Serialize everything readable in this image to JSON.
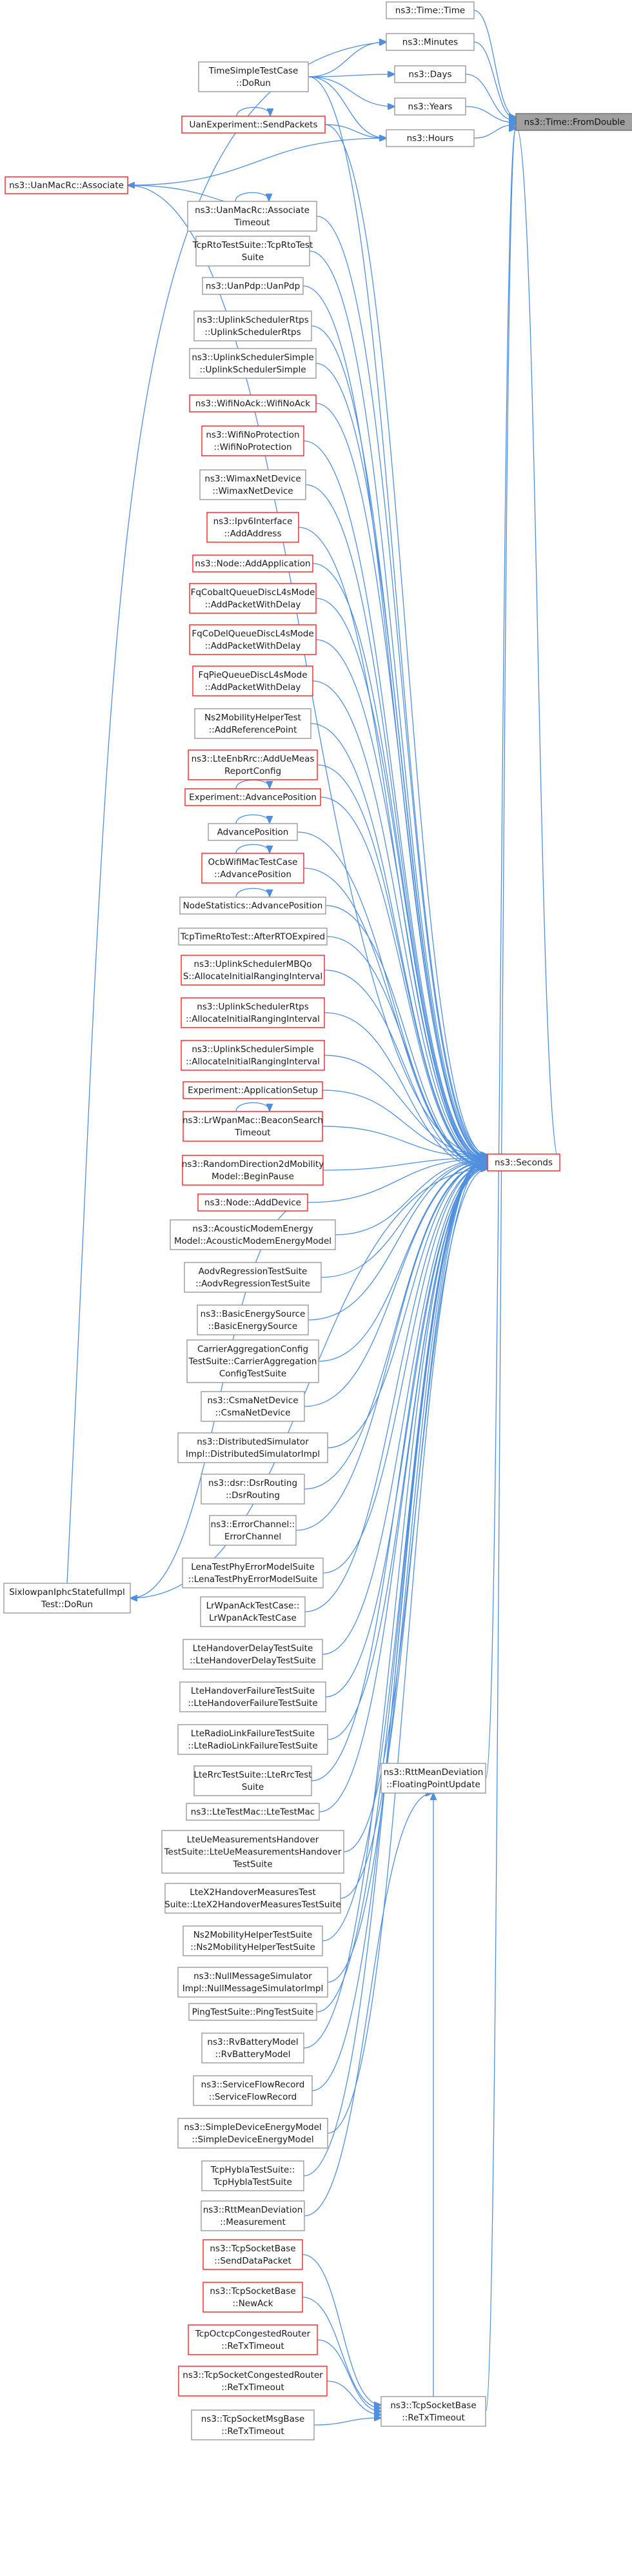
{
  "graph": {
    "colors": {
      "edge": "#4f8fde",
      "normal_border": "#999999",
      "red_border": "#ff2020",
      "root_fill": "#a0a0a0"
    },
    "nodes": [
      {
        "id": "fromdouble",
        "lines": [
          "ns3::Time::FromDouble"
        ],
        "style": "root"
      },
      {
        "id": "time",
        "lines": [
          "ns3::Time::Time"
        ],
        "style": "normal"
      },
      {
        "id": "minutes",
        "lines": [
          "ns3::Minutes"
        ],
        "style": "normal"
      },
      {
        "id": "days",
        "lines": [
          "ns3::Days"
        ],
        "style": "normal"
      },
      {
        "id": "years",
        "lines": [
          "ns3::Years"
        ],
        "style": "normal"
      },
      {
        "id": "hours",
        "lines": [
          "ns3::Hours"
        ],
        "style": "normal"
      },
      {
        "id": "seconds",
        "lines": [
          "ns3::Seconds"
        ],
        "style": "red"
      },
      {
        "id": "rttfp",
        "lines": [
          "ns3::RttMeanDeviation",
          "::FloatingPointUpdate"
        ],
        "style": "normal"
      },
      {
        "id": "tcprtx",
        "lines": [
          "ns3::TcpSocketBase",
          "::ReTxTimeout"
        ],
        "style": "normal"
      },
      {
        "id": "timesimple",
        "lines": [
          "TimeSimpleTestCase",
          "::DoRun"
        ],
        "style": "normal"
      },
      {
        "id": "uanexp",
        "lines": [
          "UanExperiment::SendPackets"
        ],
        "style": "red"
      },
      {
        "id": "uanassocfn",
        "lines": [
          "ns3::UanMacRc::Associate"
        ],
        "style": "red"
      },
      {
        "id": "uanassoct",
        "lines": [
          "ns3::UanMacRc::Associate",
          "Timeout"
        ],
        "style": "normal"
      },
      {
        "id": "tcprtosuite",
        "lines": [
          "TcpRtoTestSuite::TcpRtoTest",
          "Suite"
        ],
        "style": "normal"
      },
      {
        "id": "uanpdp",
        "lines": [
          "ns3::UanPdp::UanPdp"
        ],
        "style": "normal"
      },
      {
        "id": "ulrtps",
        "lines": [
          "ns3::UplinkSchedulerRtps",
          "::UplinkSchedulerRtps"
        ],
        "style": "normal"
      },
      {
        "id": "ulsimple",
        "lines": [
          "ns3::UplinkSchedulerSimple",
          "::UplinkSchedulerSimple"
        ],
        "style": "normal"
      },
      {
        "id": "wifinoack",
        "lines": [
          "ns3::WifiNoAck::WifiNoAck"
        ],
        "style": "red"
      },
      {
        "id": "wifinoprot",
        "lines": [
          "ns3::WifiNoProtection",
          "::WifiNoProtection"
        ],
        "style": "red"
      },
      {
        "id": "wimax",
        "lines": [
          "ns3::WimaxNetDevice",
          "::WimaxNetDevice"
        ],
        "style": "normal"
      },
      {
        "id": "ipv6",
        "lines": [
          "ns3::Ipv6Interface",
          "::AddAddress"
        ],
        "style": "red"
      },
      {
        "id": "nodeaddapp",
        "lines": [
          "ns3::Node::AddApplication"
        ],
        "style": "red"
      },
      {
        "id": "fqcobalt",
        "lines": [
          "FqCobaltQueueDiscL4sMode",
          "::AddPacketWithDelay"
        ],
        "style": "red"
      },
      {
        "id": "fqcodel",
        "lines": [
          "FqCoDelQueueDiscL4sMode",
          "::AddPacketWithDelay"
        ],
        "style": "red"
      },
      {
        "id": "fqpie",
        "lines": [
          "FqPieQueueDiscL4sMode",
          "::AddPacketWithDelay"
        ],
        "style": "red"
      },
      {
        "id": "ns2ref",
        "lines": [
          "Ns2MobilityHelperTest",
          "::AddReferencePoint"
        ],
        "style": "normal"
      },
      {
        "id": "lteenb",
        "lines": [
          "ns3::LteEnbRrc::AddUeMeas",
          "ReportConfig"
        ],
        "style": "red"
      },
      {
        "id": "expadv",
        "lines": [
          "Experiment::AdvancePosition"
        ],
        "style": "red"
      },
      {
        "id": "advpos",
        "lines": [
          "AdvancePosition"
        ],
        "style": "normal"
      },
      {
        "id": "ocbwifi",
        "lines": [
          "OcbWifiMacTestCase",
          "::AdvancePosition"
        ],
        "style": "red"
      },
      {
        "id": "nodestats",
        "lines": [
          "NodeStatistics::AdvancePosition"
        ],
        "style": "normal"
      },
      {
        "id": "tcptimerto",
        "lines": [
          "TcpTimeRtoTest::AfterRTOExpired"
        ],
        "style": "normal"
      },
      {
        "id": "ulmbqos",
        "lines": [
          "ns3::UplinkSchedulerMBQo",
          "S::AllocateInitialRangingInterval"
        ],
        "style": "red"
      },
      {
        "id": "ulrtpsalloc",
        "lines": [
          "ns3::UplinkSchedulerRtps",
          "::AllocateInitialRangingInterval"
        ],
        "style": "red"
      },
      {
        "id": "ulsimplealloc",
        "lines": [
          "ns3::UplinkSchedulerSimple",
          "::AllocateInitialRangingInterval"
        ],
        "style": "red"
      },
      {
        "id": "expsetup",
        "lines": [
          "Experiment::ApplicationSetup"
        ],
        "style": "red"
      },
      {
        "id": "lrwpan",
        "lines": [
          "ns3::LrWpanMac::BeaconSearch",
          "Timeout"
        ],
        "style": "red"
      },
      {
        "id": "randdir",
        "lines": [
          "ns3::RandomDirection2dMobility",
          "Model::BeginPause"
        ],
        "style": "red"
      },
      {
        "id": "sixlowpan",
        "lines": [
          "SixlowpanIphcStatefulImpl",
          "Test::DoRun"
        ],
        "style": "normal"
      },
      {
        "id": "nodeadddev",
        "lines": [
          "ns3::Node::AddDevice"
        ],
        "style": "red"
      },
      {
        "id": "acoustic",
        "lines": [
          "ns3::AcousticModemEnergy",
          "Model::AcousticModemEnergyModel"
        ],
        "style": "normal"
      },
      {
        "id": "aodv",
        "lines": [
          "AodvRegressionTestSuite",
          "::AodvRegressionTestSuite"
        ],
        "style": "normal"
      },
      {
        "id": "basicenergy",
        "lines": [
          "ns3::BasicEnergySource",
          "::BasicEnergySource"
        ],
        "style": "normal"
      },
      {
        "id": "carrier",
        "lines": [
          "CarrierAggregationConfig",
          "TestSuite::CarrierAggregation",
          "ConfigTestSuite"
        ],
        "style": "normal"
      },
      {
        "id": "csma",
        "lines": [
          "ns3::CsmaNetDevice",
          "::CsmaNetDevice"
        ],
        "style": "normal"
      },
      {
        "id": "distsim",
        "lines": [
          "ns3::DistributedSimulator",
          "Impl::DistributedSimulatorImpl"
        ],
        "style": "normal"
      },
      {
        "id": "dsr",
        "lines": [
          "ns3::dsr::DsrRouting",
          "::DsrRouting"
        ],
        "style": "normal"
      },
      {
        "id": "errchan",
        "lines": [
          "ns3::ErrorChannel::",
          "ErrorChannel"
        ],
        "style": "normal"
      },
      {
        "id": "lenaphy",
        "lines": [
          "LenaTestPhyErrorModelSuite",
          "::LenaTestPhyErrorModelSuite"
        ],
        "style": "normal"
      },
      {
        "id": "lrwpanack",
        "lines": [
          "LrWpanAckTestCase::",
          "LrWpanAckTestCase"
        ],
        "style": "normal"
      },
      {
        "id": "ltehodelay",
        "lines": [
          "LteHandoverDelayTestSuite",
          "::LteHandoverDelayTestSuite"
        ],
        "style": "normal"
      },
      {
        "id": "ltehofail",
        "lines": [
          "LteHandoverFailureTestSuite",
          "::LteHandoverFailureTestSuite"
        ],
        "style": "normal"
      },
      {
        "id": "lterlf",
        "lines": [
          "LteRadioLinkFailureTestSuite",
          "::LteRadioLinkFailureTestSuite"
        ],
        "style": "normal"
      },
      {
        "id": "lterrc",
        "lines": [
          "LteRrcTestSuite::LteRrcTest",
          "Suite"
        ],
        "style": "normal"
      },
      {
        "id": "ltetestmac",
        "lines": [
          "ns3::LteTestMac::LteTestMac"
        ],
        "style": "normal"
      },
      {
        "id": "lteuemeas",
        "lines": [
          "LteUeMeasurementsHandover",
          "TestSuite::LteUeMeasurementsHandover",
          "TestSuite"
        ],
        "style": "normal"
      },
      {
        "id": "ltex2",
        "lines": [
          "LteX2HandoverMeasuresTest",
          "Suite::LteX2HandoverMeasuresTestSuite"
        ],
        "style": "normal"
      },
      {
        "id": "ns2suite",
        "lines": [
          "Ns2MobilityHelperTestSuite",
          "::Ns2MobilityHelperTestSuite"
        ],
        "style": "normal"
      },
      {
        "id": "nullmsg",
        "lines": [
          "ns3::NullMessageSimulator",
          "Impl::NullMessageSimulatorImpl"
        ],
        "style": "normal"
      },
      {
        "id": "ping",
        "lines": [
          "PingTestSuite::PingTestSuite"
        ],
        "style": "normal"
      },
      {
        "id": "rvbattery",
        "lines": [
          "ns3::RvBatteryModel",
          "::RvBatteryModel"
        ],
        "style": "normal"
      },
      {
        "id": "serviceflow",
        "lines": [
          "ns3::ServiceFlowRecord",
          "::ServiceFlowRecord"
        ],
        "style": "normal"
      },
      {
        "id": "simpledev",
        "lines": [
          "ns3::SimpleDeviceEnergyModel",
          "::SimpleDeviceEnergyModel"
        ],
        "style": "normal"
      },
      {
        "id": "tcphybla",
        "lines": [
          "TcpHyblaTestSuite::",
          "TcpHyblaTestSuite"
        ],
        "style": "normal"
      },
      {
        "id": "rttmeas",
        "lines": [
          "ns3::RttMeanDeviation",
          "::Measurement"
        ],
        "style": "normal"
      },
      {
        "id": "tcpsend",
        "lines": [
          "ns3::TcpSocketBase",
          "::SendDataPacket"
        ],
        "style": "red"
      },
      {
        "id": "tcpnewack",
        "lines": [
          "ns3::TcpSocketBase",
          "::NewAck"
        ],
        "style": "red"
      },
      {
        "id": "tcpoctcp",
        "lines": [
          "TcpOctcpCongestedRouter",
          "::ReTxTimeout"
        ],
        "style": "red"
      },
      {
        "id": "tcpcongest",
        "lines": [
          "ns3::TcpSocketCongestedRouter",
          "::ReTxTimeout"
        ],
        "style": "red"
      },
      {
        "id": "tcpmsg",
        "lines": [
          "ns3::TcpSocketMsgBase",
          "::ReTxTimeout"
        ],
        "style": "normal"
      }
    ]
  }
}
